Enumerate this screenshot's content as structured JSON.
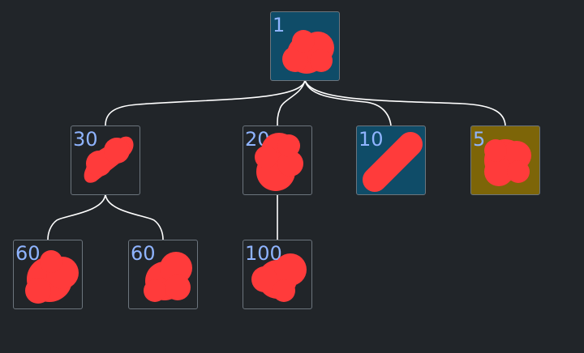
{
  "tree": {
    "nodes": [
      {
        "id": "root",
        "value": "1",
        "color": "#0f4c68"
      },
      {
        "id": "n30",
        "value": "30",
        "color": "#212529"
      },
      {
        "id": "n20",
        "value": "20",
        "color": "#212529"
      },
      {
        "id": "n10",
        "value": "10",
        "color": "#0f4c68"
      },
      {
        "id": "n5",
        "value": "5",
        "color": "#7d6508"
      },
      {
        "id": "n60a",
        "value": "60",
        "color": "#212529"
      },
      {
        "id": "n60b",
        "value": "60",
        "color": "#212529"
      },
      {
        "id": "n100",
        "value": "100",
        "color": "#212529"
      }
    ],
    "edges": [
      [
        "root",
        "n30"
      ],
      [
        "root",
        "n20"
      ],
      [
        "root",
        "n10"
      ],
      [
        "root",
        "n5"
      ],
      [
        "n30",
        "n60a"
      ],
      [
        "n30",
        "n60b"
      ],
      [
        "n20",
        "n100"
      ]
    ]
  },
  "colors": {
    "background": "#212529",
    "node_border": "#6c757d",
    "value_text": "#8fb4ff",
    "edge": "#ffffff",
    "redaction": "#ff3b3b",
    "highlight_blue": "#0f4c68",
    "highlight_gold": "#7d6508"
  }
}
